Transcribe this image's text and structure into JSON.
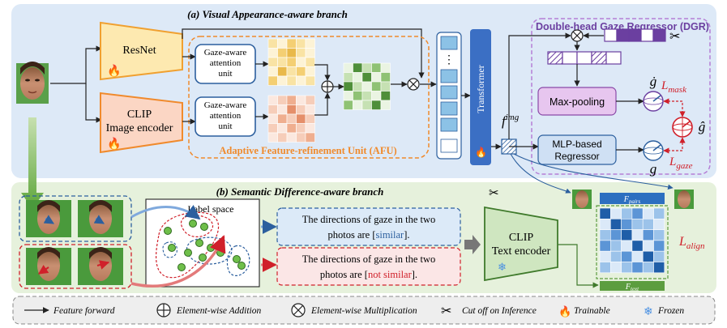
{
  "branch_a": {
    "title": "(a) Visual Appearance-aware branch"
  },
  "branch_b": {
    "title": "(b) Semantic Difference-aware branch"
  },
  "resnet": {
    "label": "ResNet"
  },
  "clip_image": {
    "line1": "CLIP",
    "line2": "Image encoder"
  },
  "attention_unit": {
    "line1": "Gaze-aware",
    "line2": "attention",
    "line3": "unit"
  },
  "afu": {
    "label": "Adaptive Feature-refinement Unit (AFU)"
  },
  "transformer": {
    "label": "Transformer"
  },
  "f_img": {
    "base": "f",
    "sup": "img"
  },
  "dgr": {
    "title": "Double-head Gaze Regressor (DGR)",
    "maxpool": "Max-pooling",
    "mlp_line1": "MLP-based",
    "mlp_line2": "Regressor",
    "g_dot": "ġ",
    "g": "g",
    "g_hat": "ĝ",
    "l_mask_base": "L",
    "l_mask_sub": "mask",
    "l_gaze_base": "L",
    "l_gaze_sub": "gaze"
  },
  "label_space": {
    "label": "Label space"
  },
  "prompt_similar": {
    "line1": "The directions of gaze in the two",
    "line2_pre": "photos are [",
    "line2_key": "similar",
    "line2_post": "]."
  },
  "prompt_not_similar": {
    "line1": "The directions of gaze in the two",
    "line2_pre": "photos are [",
    "line2_key": "not similar",
    "line2_post": "]."
  },
  "clip_text": {
    "line1": "CLIP",
    "line2": "Text encoder"
  },
  "f_pairs": {
    "base": "F",
    "sub": "pairs"
  },
  "f_text": {
    "base": "F",
    "sub": "text"
  },
  "l_align": {
    "base": "L",
    "sub": "align"
  },
  "legend": {
    "feature_forward": "Feature forward",
    "addition": "Element-wise Addition",
    "multiplication": "Element-wise Multiplication",
    "cut_off": "Cut off on Inference",
    "trainable": "Trainable",
    "frozen": "Frozen"
  },
  "colors": {
    "panel_a": "#dde9f7",
    "panel_b": "#e6f1dc",
    "orange": "#f08a2c",
    "transformer_blue": "#3b6fc4",
    "purple": "#6b3fa0",
    "green_dark": "#5c9d3f",
    "red": "#d0202a"
  }
}
